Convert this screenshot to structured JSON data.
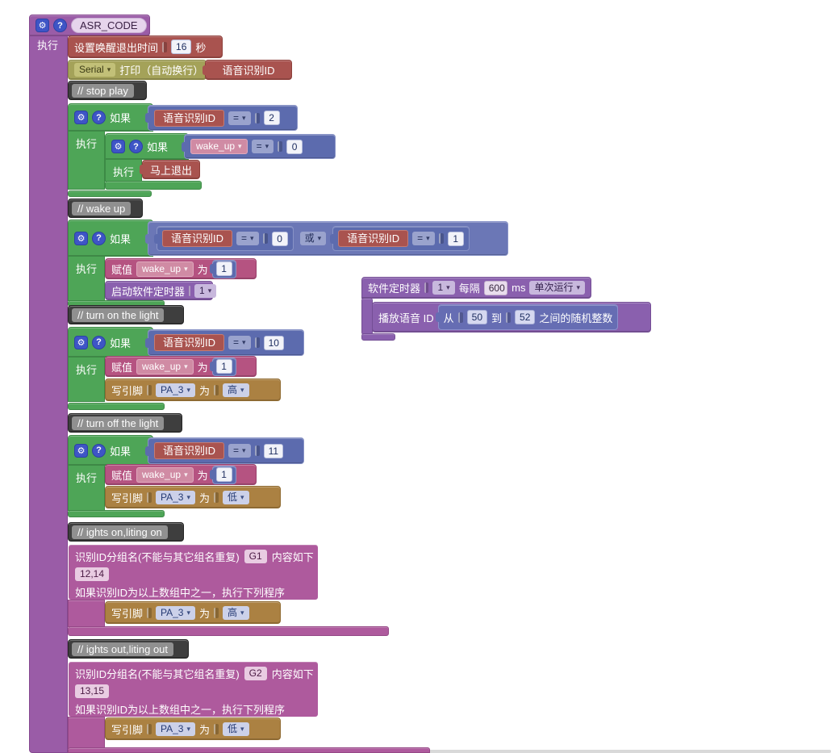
{
  "icons": {
    "gear": "⚙",
    "help": "?",
    "arrow": "▾"
  },
  "program": {
    "title": "ASR_CODE",
    "exec": "执行"
  },
  "kw": {
    "if": "如果",
    "exec": "执行"
  },
  "setup": {
    "timeout": {
      "label": "设置唤醒退出时间",
      "value": "16",
      "unit": "秒"
    },
    "serial": {
      "port": "Serial",
      "label": "打印（自动换行）",
      "arg": "语音识别ID"
    }
  },
  "comments": {
    "stop_play": "// stop play",
    "wake_up": "// wake up",
    "turn_on": "// turn on the light",
    "turn_off": "// turn off the light",
    "lights_on": "// ights on,liting on",
    "lights_out": "// ights out,liting out"
  },
  "if1": {
    "cond": {
      "var": "语音识别ID",
      "op": "=",
      "val": "2"
    },
    "nested": {
      "cond": {
        "var": "wake_up",
        "op": "=",
        "val": "0"
      },
      "action": "马上退出"
    }
  },
  "if2": {
    "a": {
      "var": "语音识别ID",
      "op": "=",
      "val": "0"
    },
    "or": "或",
    "b": {
      "var": "语音识别ID",
      "op": "=",
      "val": "1"
    },
    "assign": {
      "label": "赋值",
      "var": "wake_up",
      "to": "为",
      "val": "1"
    },
    "timer": {
      "label": "启动软件定时器",
      "val": "1"
    }
  },
  "timer": {
    "label": "软件定时器",
    "id": "1",
    "every": "每隔",
    "interval": "600",
    "unit": "ms",
    "mode": "单次运行",
    "play": {
      "label": "播放语音 ID",
      "from": "从",
      "from_val": "50",
      "to": "到",
      "to_val": "52",
      "suffix": "之间的随机整数"
    }
  },
  "if3": {
    "cond": {
      "var": "语音识别ID",
      "op": "=",
      "val": "10"
    },
    "assign": {
      "label": "赋值",
      "var": "wake_up",
      "to": "为",
      "val": "1"
    },
    "pin": {
      "label": "写引脚",
      "pin": "PA_3",
      "to": "为",
      "level": "高"
    }
  },
  "if4": {
    "cond": {
      "var": "语音识别ID",
      "op": "=",
      "val": "11"
    },
    "assign": {
      "label": "赋值",
      "var": "wake_up",
      "to": "为",
      "val": "1"
    },
    "pin": {
      "label": "写引脚",
      "pin": "PA_3",
      "to": "为",
      "level": "低"
    }
  },
  "group1": {
    "head1": "识别ID分组名(不能与其它组名重复)",
    "name": "G1",
    "head2": "内容如下",
    "ids": "12,14",
    "rule": "如果识别ID为以上数组中之一，执行下列程序",
    "pin": {
      "label": "写引脚",
      "pin": "PA_3",
      "to": "为",
      "level": "高"
    }
  },
  "group2": {
    "head1": "识别ID分组名(不能与其它组名重复)",
    "name": "G2",
    "head2": "内容如下",
    "ids": "13,15",
    "rule": "如果识别ID为以上数组中之一，执行下列程序",
    "pin": {
      "label": "写引脚",
      "pin": "PA_3",
      "to": "为",
      "level": "低"
    }
  }
}
